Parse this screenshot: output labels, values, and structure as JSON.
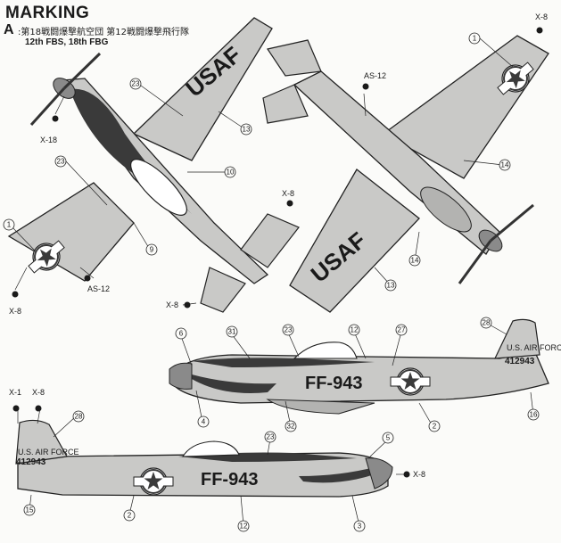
{
  "header": {
    "title": "MARKING",
    "variant_letter": "A",
    "caption_jp": ":第18戦闘爆撃航空団 第12戦闘爆撃飛行隊",
    "caption_en": "12th FBS, 18th FBG"
  },
  "markings": {
    "usaf_text": "USAF",
    "buzz_number": "FF-943",
    "serial": "412943",
    "fin_text": "U.S. AIR FORCE"
  },
  "callouts": {
    "c1": "1",
    "c2": "2",
    "c3": "3",
    "c4": "4",
    "c5": "5",
    "c6": "6",
    "c9": "9",
    "c10": "10",
    "c12": "12",
    "c13": "13",
    "c14": "14",
    "c15": "15",
    "c16": "16",
    "c23": "23",
    "c27": "27",
    "c28": "28",
    "c31": "31",
    "c32": "32"
  },
  "paints": {
    "x18": "X-18",
    "x8": "X-8",
    "x1": "X-1",
    "as12": "AS-12"
  },
  "colors": {
    "aluminum": "#c9c9c7",
    "dark": "#3a3a3a",
    "line": "#222222"
  }
}
